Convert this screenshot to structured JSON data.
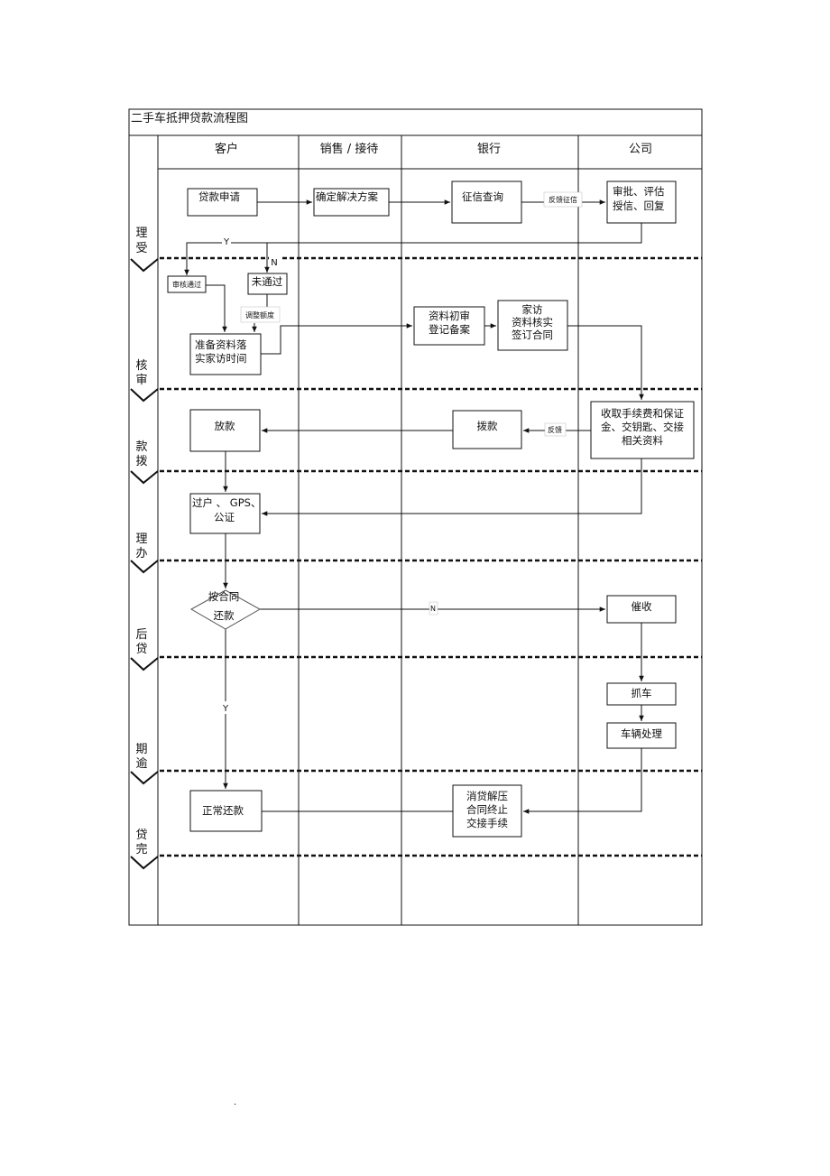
{
  "title": "二手车抵押贷款流程图",
  "lanes": [
    "客户",
    "销售 / 接待",
    "银行",
    "公司"
  ],
  "stages": [
    [
      "理",
      "受"
    ],
    [
      "核",
      "审"
    ],
    [
      "款",
      "拨"
    ],
    [
      "理",
      "办"
    ],
    [
      "后",
      "贷"
    ],
    [
      "期",
      "逾"
    ],
    [
      "贷",
      "完"
    ]
  ],
  "nodes": {
    "loan_apply": "贷款申请",
    "plan": "确定解决方案",
    "credit_check": "征信查询",
    "approve": [
      "审批、评估",
      "授信、回复"
    ],
    "pass": "审核通过",
    "fail": "未通过",
    "prepare": [
      "准备资料落",
      "实家访时间"
    ],
    "prelim_review": [
      "资料初审",
      "登记备案"
    ],
    "home_visit": [
      "家访",
      "资料核实",
      "签订合同"
    ],
    "fees": [
      "收取手续费和保证",
      "金、交钥匙、交接",
      "相关资料"
    ],
    "release": "放款",
    "disburse": "拨款",
    "transfer": [
      "过户 、 GPS、",
      "公证"
    ],
    "repay_decision": [
      "按合同",
      "还款"
    ],
    "collection": "催收",
    "seize": "抓车",
    "vehicle_handle": "车辆处理",
    "normal_repay": "正常还款",
    "close": [
      "消贷解压",
      "合同终止",
      "交接手续"
    ]
  },
  "labels": {
    "feedback_credit": "反馈征信",
    "feedback": "反馈",
    "adjust": "调整额度",
    "y1": "Y",
    "n1": "N",
    "n2": "N",
    "y2": "Y"
  },
  "footer_mark": "."
}
